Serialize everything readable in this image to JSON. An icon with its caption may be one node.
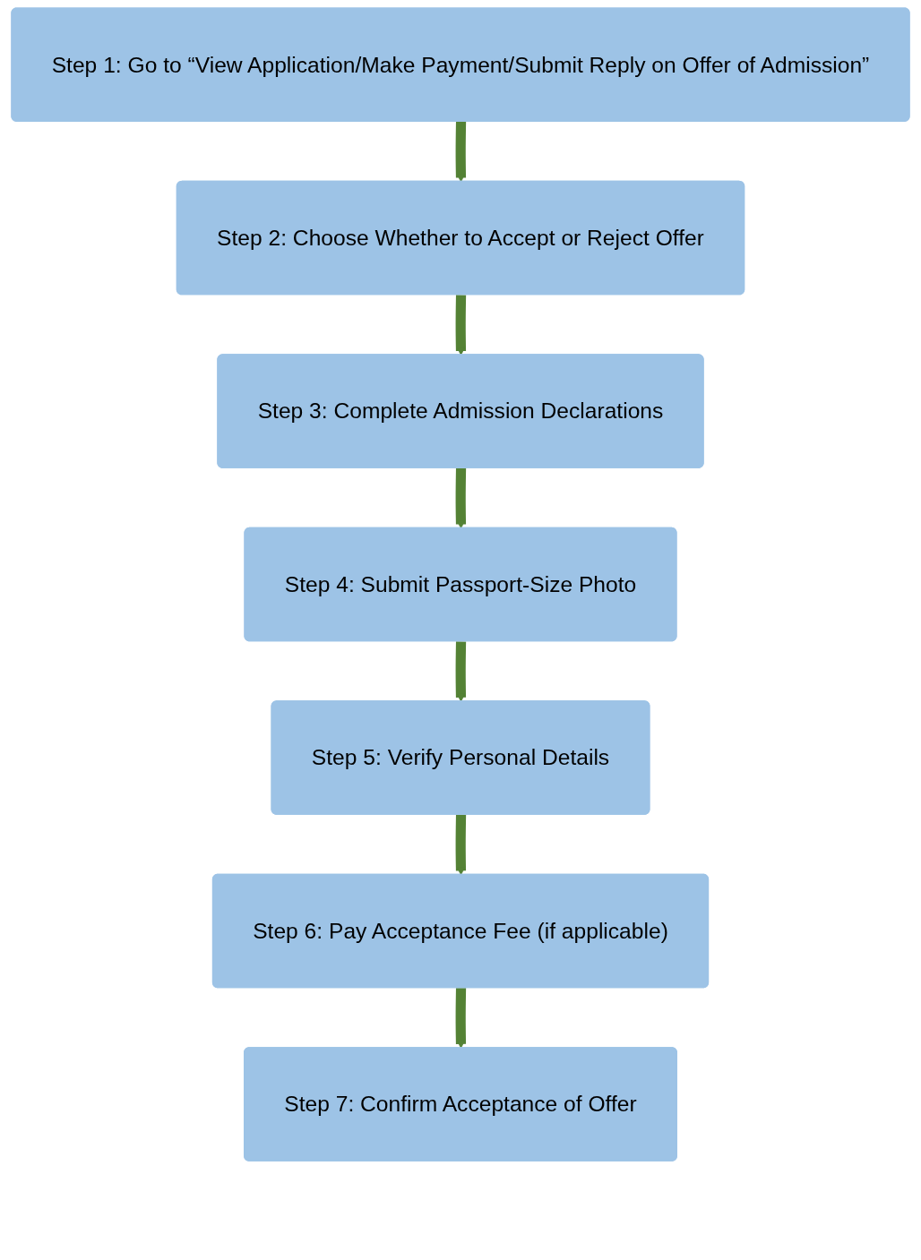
{
  "diagram": {
    "nodes": [
      {
        "text": [
          "Step 1: Go to “View Application/Make Payment/Submit Reply on Offer of Admission”"
        ]
      },
      {
        "text": [
          "Step 2: Choose Whether to Accept or Reject Offer"
        ]
      },
      {
        "text": [
          "Step 3: Complete Admission Declarations"
        ]
      },
      {
        "text": [
          "Step 4: Submit Passport-Size Photo"
        ]
      },
      {
        "text": [
          "Step 5: Verify Personal Details"
        ]
      },
      {
        "text": [
          "Step 6: Pay Acceptance Fee (if applicable)"
        ]
      },
      {
        "text": [
          "Step 7: Confirm Acceptance of Offer"
        ]
      }
    ],
    "edges": [
      {
        "from": 0,
        "to": 1,
        "arrow": "to"
      },
      {
        "from": 1,
        "to": 2,
        "arrow": "to"
      },
      {
        "from": 2,
        "to": 3,
        "arrow": "to"
      },
      {
        "from": 3,
        "to": 4,
        "arrow": "to"
      },
      {
        "from": 4,
        "to": 5,
        "arrow": "to"
      },
      {
        "from": 5,
        "to": 6,
        "arrow": "to"
      }
    ]
  }
}
